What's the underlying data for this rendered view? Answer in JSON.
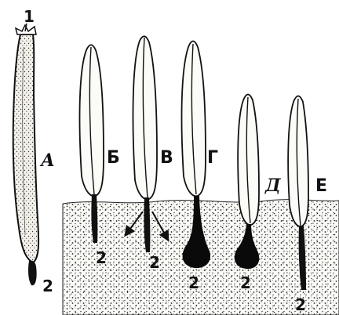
{
  "figure": {
    "stage_labels": {
      "a": "А",
      "b": "Б",
      "v": "В",
      "g": "Г",
      "d": "Д",
      "e": "Е"
    },
    "part_labels": {
      "top": "1",
      "a": "2",
      "b": "2",
      "v": "2",
      "g": "2",
      "d": "2",
      "e": "2"
    }
  }
}
